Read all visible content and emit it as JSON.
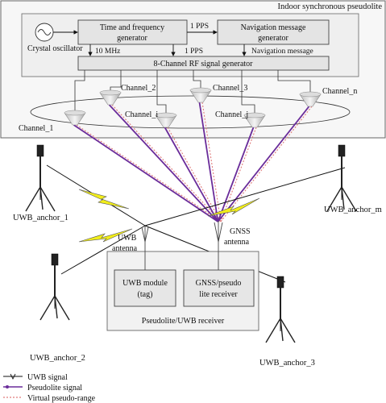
{
  "system": {
    "title": "Indoor synchronous pseudolite",
    "crystal_oscillator": "Crystal oscillator",
    "tfg_line1": "Time and frequency",
    "tfg_line2": "generator",
    "nmg_line1": "Navigation message",
    "nmg_line2": "generator",
    "pps_top": "1 PPS",
    "pps_mid": "1 PPS",
    "mhz": "10 MHz",
    "nav_message": "Navigation message",
    "rf_generator": "8-Channel RF signal generator"
  },
  "channels": {
    "ch1": "Channel_1",
    "ch2": "Channel_2",
    "chi": "Channel_i",
    "ch3": "Channel_3",
    "chj": "Channel_j",
    "chn": "Channel_n"
  },
  "anchors": {
    "a1": "UWB_anchor_1",
    "am": "UWB_anchor_m",
    "a2": "UWB_anchor_2",
    "a3": "UWB_anchor_3"
  },
  "receiver": {
    "uwb_antenna_1": "UWB",
    "uwb_antenna_2": "antenna",
    "gnss_antenna_1": "GNSS",
    "gnss_antenna_2": "antenna",
    "uwb_module_1": "UWB module",
    "uwb_module_2": "(tag)",
    "gnss_rx_1": "GNSS/pseudo",
    "gnss_rx_2": "lite receiver",
    "title": "Pseudolite/UWB receiver"
  },
  "legend": {
    "uwb_signal": "UWB signal",
    "pseudolite_signal": "Pseudolite signal",
    "virtual_range": "Virtual pseudo-range"
  },
  "colors": {
    "pseudolite": "#6a2c9a",
    "virtual_range": "#e07a7a",
    "uwb_bolt": "#f2ee1a",
    "box_fill": "#eeeeee",
    "frame": "#666666"
  }
}
